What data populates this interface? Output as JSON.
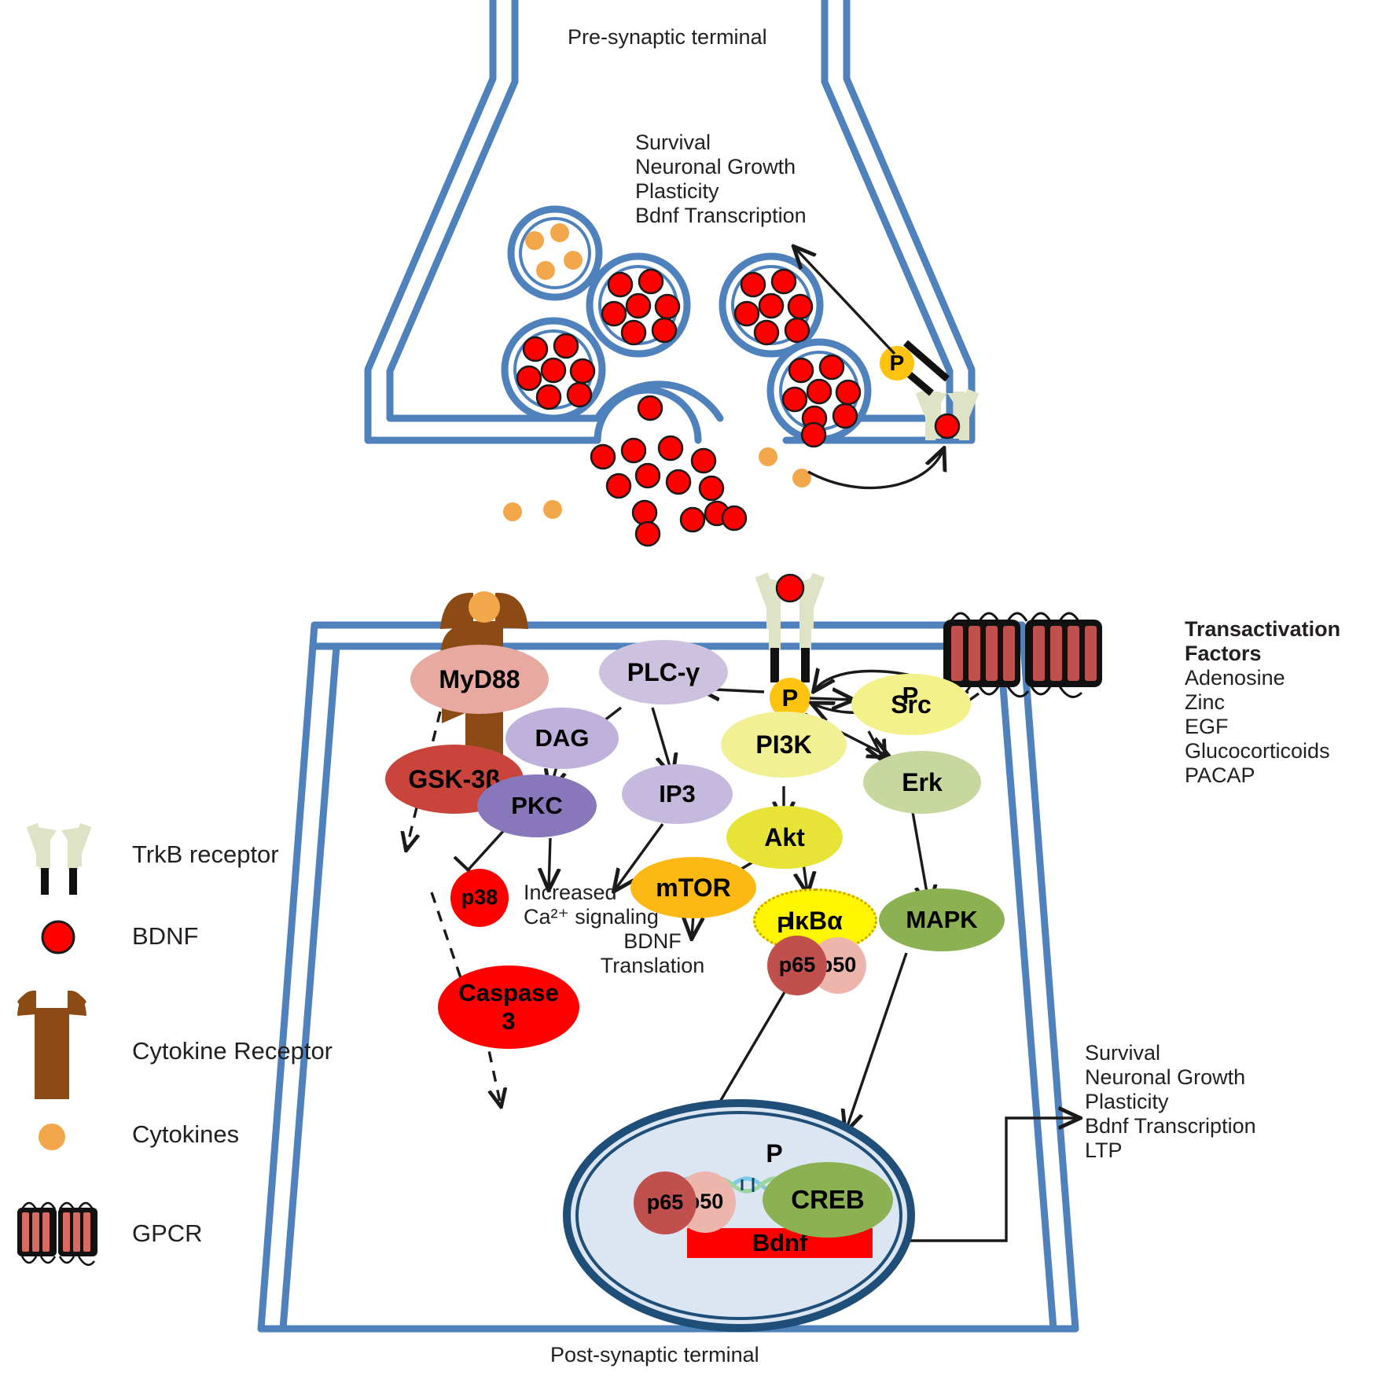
{
  "figure": {
    "pre_synaptic_label": "Pre-synaptic terminal",
    "post_synaptic_label": "Post-synaptic terminal"
  },
  "presynaptic_outcomes": {
    "items": [
      "Survival",
      "Neuronal Growth",
      "Plasticity",
      "Bdnf Transcription"
    ]
  },
  "postsynaptic_outcomes": {
    "items": [
      "Survival",
      "Neuronal Growth",
      "Plasticity",
      "Bdnf Transcription",
      "LTP"
    ]
  },
  "transactivation": {
    "title": "Transactivation Factors",
    "items": [
      "Adenosine",
      "Zinc",
      "EGF",
      "Glucocorticoids",
      "PACAP"
    ]
  },
  "legend": {
    "items": [
      {
        "icon": "trkb-receptor-icon",
        "label": "TrkB receptor"
      },
      {
        "icon": "bdnf-dot-icon",
        "label": "BDNF"
      },
      {
        "icon": "cytokine-receptor-icon",
        "label": "Cytokine Receptor"
      },
      {
        "icon": "cytokine-dot-icon",
        "label": "Cytokines"
      },
      {
        "icon": "gpcr-icon",
        "label": "GPCR"
      }
    ]
  },
  "nodes": {
    "myd88": {
      "label": "MyD88",
      "color": "#e8a9a0"
    },
    "plc_gamma": {
      "label": "PLC-γ",
      "color": "#cdc1e0"
    },
    "gsk3b": {
      "label": "GSK-3β",
      "color": "#c9453c"
    },
    "dag": {
      "label": "DAG",
      "color": "#bfb1dc"
    },
    "pkc": {
      "label": "PKC",
      "color": "#8878bb"
    },
    "ip3": {
      "label": "IP3",
      "color": "#c6b9de"
    },
    "p38": {
      "label": "p38",
      "color": "#fe0000"
    },
    "pi3k": {
      "label": "PI3K",
      "color": "#f2f095"
    },
    "akt": {
      "label": "Akt",
      "color": "#e8e337"
    },
    "mtor": {
      "label": "mTOR",
      "color": "#fcb813"
    },
    "ikba": {
      "label": "IκBα",
      "color": "#fff500"
    },
    "src": {
      "label": "Src",
      "color": "#f3f28a"
    },
    "erk": {
      "label": "Erk",
      "color": "#c7d79e"
    },
    "mapk": {
      "label": "MAPK",
      "color": "#8cb152"
    },
    "caspase3": {
      "label": "Caspase\n3",
      "color": "#fe0000"
    },
    "p65_cyto": {
      "label": "p65",
      "color": "#c0504d"
    },
    "p50_cyto": {
      "label": "p50",
      "color": "#eeb5ad"
    },
    "p65_nuc": {
      "label": "p65",
      "color": "#c0504d"
    },
    "p50_nuc": {
      "label": "p50",
      "color": "#eeb5ad"
    },
    "creb": {
      "label": "CREB",
      "color": "#8cb152"
    },
    "bdnf_gene": {
      "label": "Bdnf",
      "color": "#fe0000"
    }
  },
  "phospho": {
    "label": "P",
    "color": "#ffc20e"
  },
  "static_text": {
    "increased_ca": [
      "Increased",
      "Ca²⁺ signaling"
    ],
    "bdnf_translation": [
      "BDNF",
      "Translation"
    ]
  },
  "colors": {
    "membrane_blue": "#4f81bd",
    "nucleus_fill": "#dce6f2",
    "nucleus_stroke": "#1f4e79",
    "bdnf_red": "#fe0000",
    "cytokine_orange": "#f2a74b",
    "trkb_green": "#dde3c4",
    "cytokine_receptor_brown": "#8c4a14",
    "gpcr_red": "#c0504d"
  }
}
